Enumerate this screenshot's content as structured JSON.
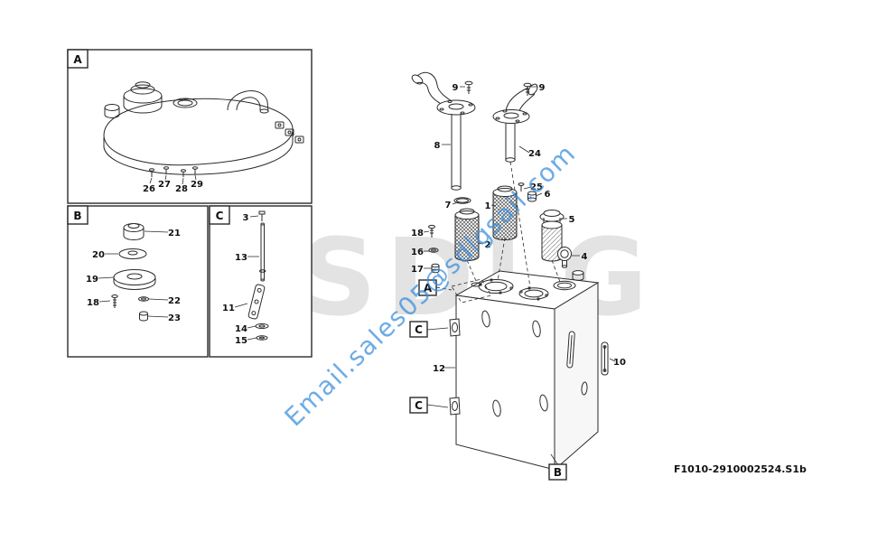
{
  "page": {
    "figure_code": "F1010-2910002524.S1b"
  },
  "watermarks": {
    "email": "Email.sales05@sdlgsail.com",
    "logo": "SDLG",
    "email_color": "#348cdc",
    "logo_color": "#e3e3e3"
  },
  "insets": {
    "a": {
      "label": "A",
      "callouts": [
        "26",
        "27",
        "28",
        "29"
      ]
    },
    "b": {
      "label": "B",
      "callouts": [
        "21",
        "20",
        "19",
        "18",
        "22",
        "23"
      ]
    },
    "c": {
      "label": "C",
      "callouts": [
        "3",
        "13",
        "11",
        "14",
        "15"
      ]
    }
  },
  "main": {
    "callouts": [
      "9",
      "9",
      "8",
      "24",
      "7",
      "1",
      "25",
      "6",
      "5",
      "2",
      "18",
      "16",
      "17",
      "4",
      "12",
      "10"
    ],
    "ref_boxes": [
      "A",
      "C",
      "C",
      "B"
    ]
  }
}
